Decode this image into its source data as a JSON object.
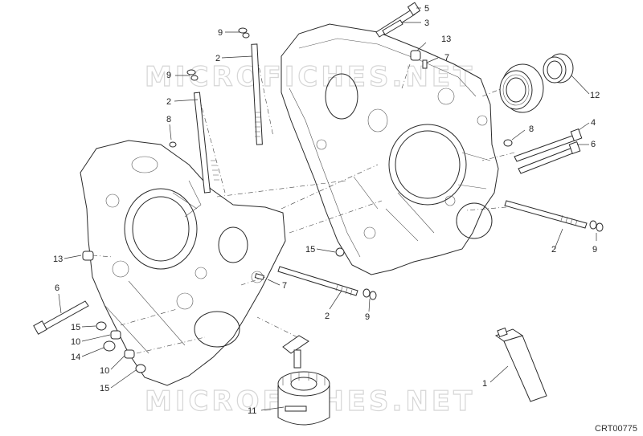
{
  "diagram": {
    "drawing_code": "CRT00775",
    "watermarks": [
      "MICROFICHES.NET",
      "MICROFICHES.NET"
    ],
    "callouts": [
      {
        "id": "c5",
        "label": "5"
      },
      {
        "id": "c3",
        "label": "3"
      },
      {
        "id": "c13a",
        "label": "13"
      },
      {
        "id": "c7a",
        "label": "7"
      },
      {
        "id": "c12",
        "label": "12"
      },
      {
        "id": "c9a",
        "label": "9"
      },
      {
        "id": "c2a",
        "label": "2"
      },
      {
        "id": "c9b",
        "label": "9"
      },
      {
        "id": "c2b",
        "label": "2"
      },
      {
        "id": "c8a",
        "label": "8"
      },
      {
        "id": "c8b",
        "label": "8"
      },
      {
        "id": "c4",
        "label": "4"
      },
      {
        "id": "c6a",
        "label": "6"
      },
      {
        "id": "c2c",
        "label": "2"
      },
      {
        "id": "c9c",
        "label": "9"
      },
      {
        "id": "c15a",
        "label": "15"
      },
      {
        "id": "c13b",
        "label": "13"
      },
      {
        "id": "c7b",
        "label": "7"
      },
      {
        "id": "c6b",
        "label": "6"
      },
      {
        "id": "c2d",
        "label": "2"
      },
      {
        "id": "c9d",
        "label": "9"
      },
      {
        "id": "c15b",
        "label": "15"
      },
      {
        "id": "c10a",
        "label": "10"
      },
      {
        "id": "c14",
        "label": "14"
      },
      {
        "id": "c10b",
        "label": "10"
      },
      {
        "id": "c15c",
        "label": "15"
      },
      {
        "id": "c1",
        "label": "1"
      },
      {
        "id": "c11",
        "label": "11"
      }
    ]
  }
}
